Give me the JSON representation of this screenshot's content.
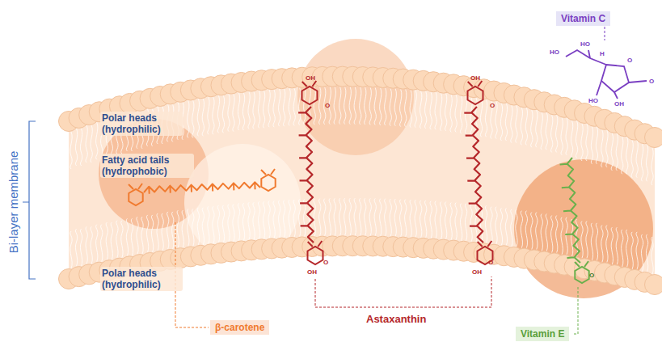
{
  "diagram": {
    "nodes": [
      {
        "text": [
          "Vitamin C"
        ]
      },
      {
        "text": [
          "β-carotene"
        ]
      },
      {
        "text": [
          "Vitamin E"
        ]
      }
    ],
    "labels": [
      "Polar heads (hydrophilic)",
      "Fatty acid tails (hydrophobic)",
      "Polar heads (hydrophilic)",
      "Bi-layer membrane",
      "Astaxanthin",
      "HO",
      "HO",
      "H",
      "O",
      "O",
      "HO",
      "OH",
      "OH",
      "O",
      "O",
      "OH",
      "OH",
      "O",
      "O",
      "OH",
      "O"
    ]
  }
}
